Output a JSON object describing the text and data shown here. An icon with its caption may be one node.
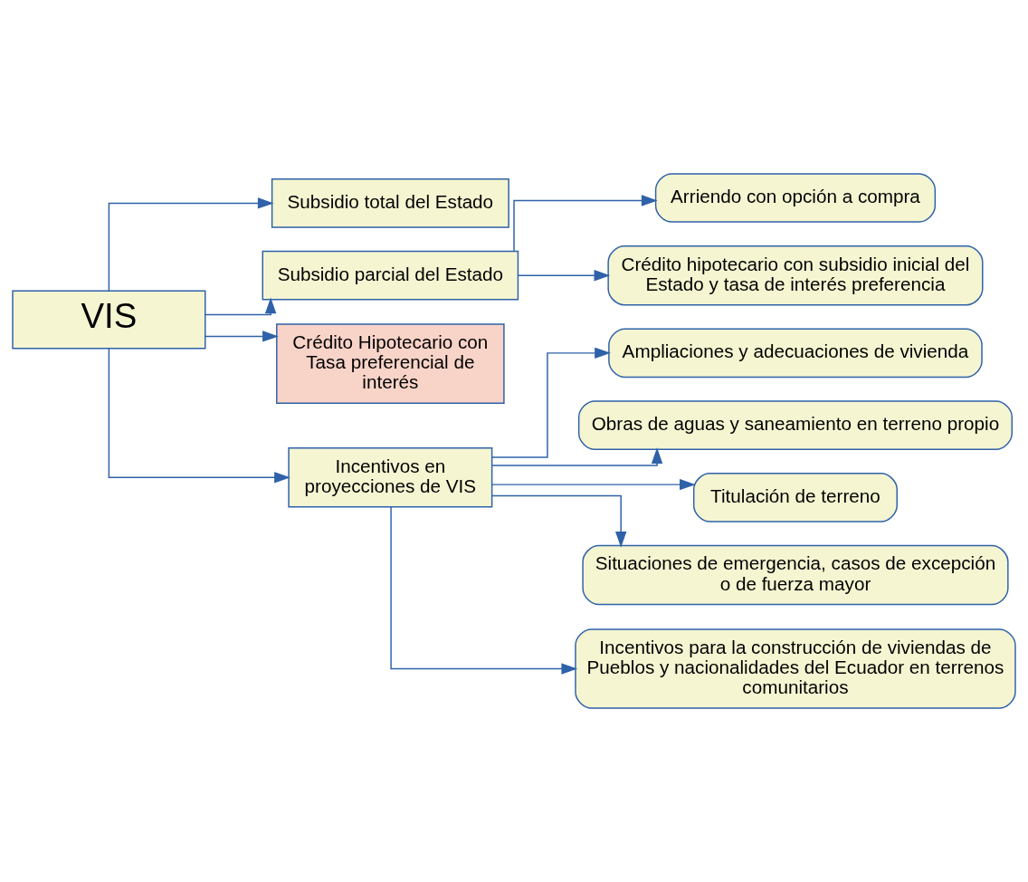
{
  "diagram": {
    "nodes": [
      {
        "text": [
          "VIS"
        ]
      },
      {
        "text": [
          "Subsidio total del Estado"
        ]
      },
      {
        "text": [
          "Subsidio parcial del Estado"
        ]
      },
      {
        "text": [
          "Crédito Hipotecario con Tasa preferencial de interés"
        ]
      },
      {
        "text": [
          "Incentivos en proyecciones de VIS"
        ]
      },
      {
        "text": [
          "Arriendo con opción a compra"
        ]
      },
      {
        "text": [
          "Crédito hipotecario con subsidio inicial del Estado y tasa de interés preferencia"
        ]
      },
      {
        "text": [
          "Ampliaciones y adecuaciones de vivienda"
        ]
      },
      {
        "text": [
          "Obras de aguas y saneamiento en terreno propio"
        ]
      },
      {
        "text": [
          "Titulación de terreno"
        ]
      },
      {
        "text": [
          "Situaciones de emergencia, casos de excepción o de fuerza mayor"
        ]
      },
      {
        "text": [
          "Incentivos para la construcción de viviendas de Pueblos y nacionalidades del Ecuador en terrenos comunitarios"
        ]
      }
    ],
    "edges": [
      {
        "from": 0,
        "to": 1,
        "arrow": "to"
      },
      {
        "from": 0,
        "to": 2,
        "arrow": "to"
      },
      {
        "from": 0,
        "to": 3,
        "arrow": "to"
      },
      {
        "from": 0,
        "to": 4,
        "arrow": "to"
      },
      {
        "from": 2,
        "to": 5,
        "arrow": "to"
      },
      {
        "from": 2,
        "to": 6,
        "arrow": "to"
      },
      {
        "from": 4,
        "to": 7,
        "arrow": "to"
      },
      {
        "from": 4,
        "to": 8,
        "arrow": "to"
      },
      {
        "from": 4,
        "to": 9,
        "arrow": "to"
      },
      {
        "from": 4,
        "to": 10,
        "arrow": "to"
      },
      {
        "from": 4,
        "to": 11,
        "arrow": "to"
      }
    ]
  }
}
